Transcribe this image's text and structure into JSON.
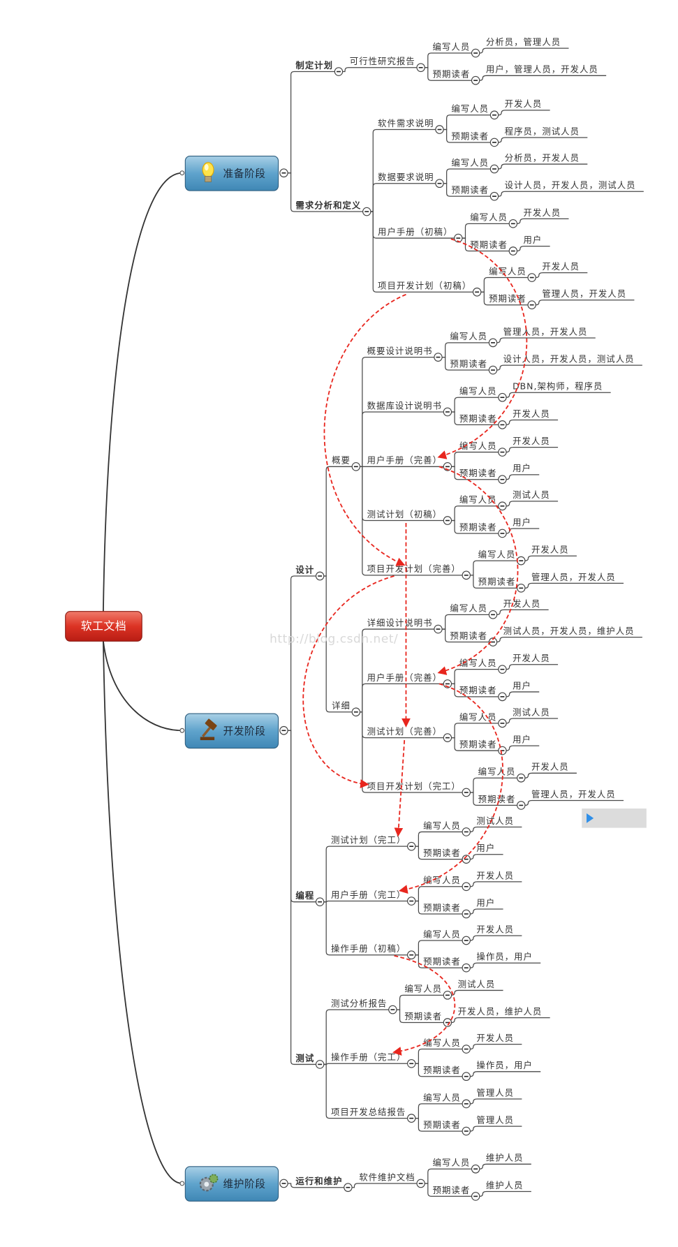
{
  "root": {
    "label": "软工文档"
  },
  "role_labels": {
    "writers": "编写人员",
    "readers": "预期读者"
  },
  "watermark": "http://blog.csdn.net/",
  "colors": {
    "root": "#d8281f",
    "stage": "#4f95c0",
    "relation": "#e8261e",
    "line": "#4a4a4a"
  },
  "stages": [
    {
      "label": "准备阶段",
      "icon": "lightbulb-icon",
      "sections": [
        {
          "label": "制定计划",
          "docs": [
            {
              "label": "可行性研究报告",
              "writers": "分析员，管理人员",
              "readers": "用户，管理人员，开发人员"
            }
          ]
        },
        {
          "label": "需求分析和定义",
          "docs": [
            {
              "label": "软件需求说明",
              "writers": "开发人员",
              "readers": "程序员，测试人员"
            },
            {
              "label": "数据要求说明",
              "writers": "分析员，开发人员",
              "readers": "设计人员，开发人员，测试人员"
            },
            {
              "label": "用户手册（初稿）",
              "writers": "开发人员",
              "readers": "用户"
            },
            {
              "label": "项目开发计划（初稿）",
              "writers": "开发人员",
              "readers": "管理人员，开发人员"
            }
          ]
        }
      ]
    },
    {
      "label": "开发阶段",
      "icon": "gavel-icon",
      "sections": [
        {
          "label": "设计",
          "groups": [
            {
              "label": "概要",
              "docs": [
                {
                  "label": "概要设计说明书",
                  "writers": "管理人员，开发人员",
                  "readers": "设计人员，开发人员，测试人员"
                },
                {
                  "label": "数据库设计说明书",
                  "writers": "DBN,架构师，程序员",
                  "readers": "开发人员"
                },
                {
                  "label": "用户手册（完善）",
                  "writers": "开发人员",
                  "readers": "用户"
                },
                {
                  "label": "测试计划（初稿）",
                  "writers": "测试人员",
                  "readers": "用户"
                },
                {
                  "label": "项目开发计划（完善）",
                  "writers": "开发人员",
                  "readers": "管理人员，开发人员"
                }
              ]
            },
            {
              "label": "详细",
              "docs": [
                {
                  "label": "详细设计说明书",
                  "writers": "开发人员",
                  "readers": "测试人员，开发人员，维护人员"
                },
                {
                  "label": "用户手册（完善）",
                  "writers": "开发人员",
                  "readers": "用户"
                },
                {
                  "label": "测试计划（完善）",
                  "writers": "测试人员",
                  "readers": "用户"
                },
                {
                  "label": "项目开发计划（完工）",
                  "writers": "开发人员",
                  "readers": "管理人员，开发人员"
                }
              ]
            }
          ]
        },
        {
          "label": "编程",
          "docs": [
            {
              "label": "测试计划（完工）",
              "writers": "测试人员",
              "readers": "用户"
            },
            {
              "label": "用户手册（完工）",
              "writers": "开发人员",
              "readers": "用户"
            },
            {
              "label": "操作手册（初稿）",
              "writers": "开发人员",
              "readers": "操作员，用户"
            }
          ]
        },
        {
          "label": "测试",
          "docs": [
            {
              "label": "测试分析报告",
              "writers": "测试人员",
              "readers": "开发人员，维护人员"
            },
            {
              "label": "操作手册（完工）",
              "writers": "开发人员",
              "readers": "操作员，用户"
            },
            {
              "label": "项目开发总结报告",
              "writers": "管理人员",
              "readers": "管理人员"
            }
          ]
        }
      ]
    },
    {
      "label": "维护阶段",
      "icon": "gears-icon",
      "sections": [
        {
          "label": "运行和维护",
          "docs": [
            {
              "label": "软件维护文档",
              "writers": "维护人员",
              "readers": "维护人员"
            }
          ]
        }
      ]
    }
  ]
}
